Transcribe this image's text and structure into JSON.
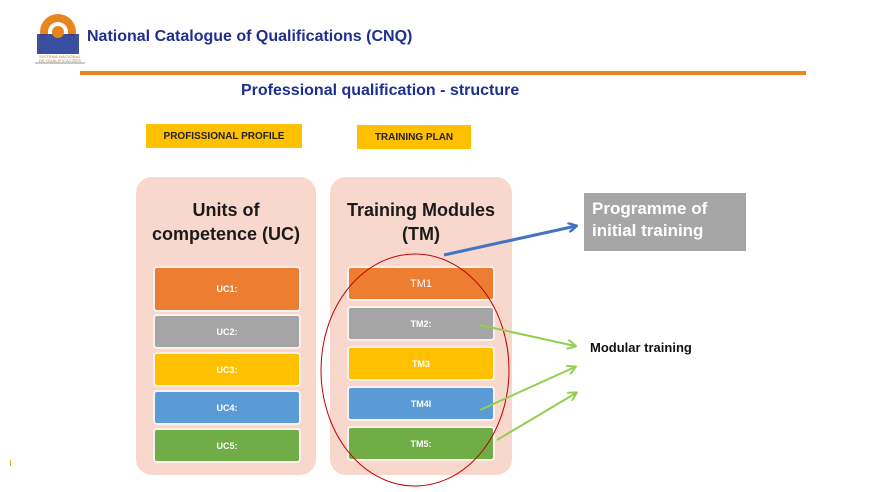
{
  "header": {
    "title": "National Catalogue of Qualifications (CNQ)",
    "logo_caption": "SISTEMA NACIONAL DE QUALIFICAÇÕES",
    "logo_icon": "cnq-logo-icon"
  },
  "subtitle": "Professional qualification - structure",
  "tags": {
    "profile": "PROFISSIONAL PROFILE",
    "plan": "TRAINING PLAN"
  },
  "units_panel": {
    "title_line1": "Units of",
    "title_line2": "competence (UC)",
    "items": [
      {
        "label": "UC1:",
        "color": "#ed7d31"
      },
      {
        "label": "UC2:",
        "color": "#a5a5a5"
      },
      {
        "label": "UC3:",
        "color": "#ffc000"
      },
      {
        "label": "UC4:",
        "color": "#5b9bd5"
      },
      {
        "label": "UC5:",
        "color": "#70ad47"
      }
    ]
  },
  "modules_panel": {
    "title_line1": "Training Modules",
    "title_line2": "(TM)",
    "items": [
      {
        "label": "TM1",
        "color": "#ed7d31"
      },
      {
        "label": "TM2:",
        "color": "#a5a5a5"
      },
      {
        "label": "TM3",
        "color": "#ffc000"
      },
      {
        "label": "TM4l",
        "color": "#5b9bd5"
      },
      {
        "label": "TM5:",
        "color": "#70ad47"
      }
    ]
  },
  "programme_box": {
    "line1": "Programme of",
    "line2": "initial training"
  },
  "modular_label": "Modular training",
  "colors": {
    "brand_blue": "#1f2f8f",
    "accent_orange": "#e8851c",
    "panel_bg": "#f8d7cd",
    "arrow_blue": "#4472c4",
    "arrow_green": "#92d050",
    "ellipse_red": "#c00000"
  }
}
